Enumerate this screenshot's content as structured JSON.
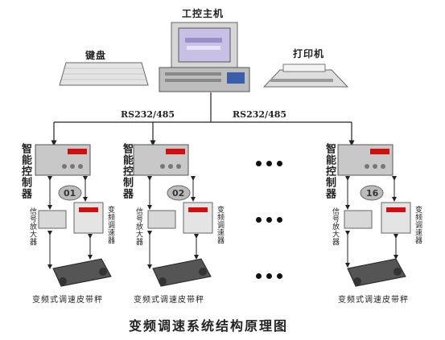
{
  "top": {
    "computer_label": "工控主机",
    "keyboard_label": "键盘",
    "printer_label": "打印机"
  },
  "bus": {
    "left_label": "RS232/485",
    "right_label": "RS232/485"
  },
  "units": [
    {
      "controller_label": "智能控制器",
      "number": "01",
      "amplifier_label": "信号放大器",
      "inverter_label": "变频调速器",
      "scale_label": "变频式调速皮带秤"
    },
    {
      "controller_label": "智能控制器",
      "number": "02",
      "amplifier_label": "信号放大器",
      "inverter_label": "变频调速器",
      "scale_label": "变频式调速皮带秤"
    },
    {
      "controller_label": "智能控制器",
      "number": "16",
      "amplifier_label": "信号放大器",
      "inverter_label": "变频调速器",
      "scale_label": "变频式调速皮带秤"
    }
  ],
  "caption": "变频调速系统结构原理图",
  "colors": {
    "line": "#222222",
    "device_gray": "#c8c8c8",
    "display_red": "#d01010"
  }
}
